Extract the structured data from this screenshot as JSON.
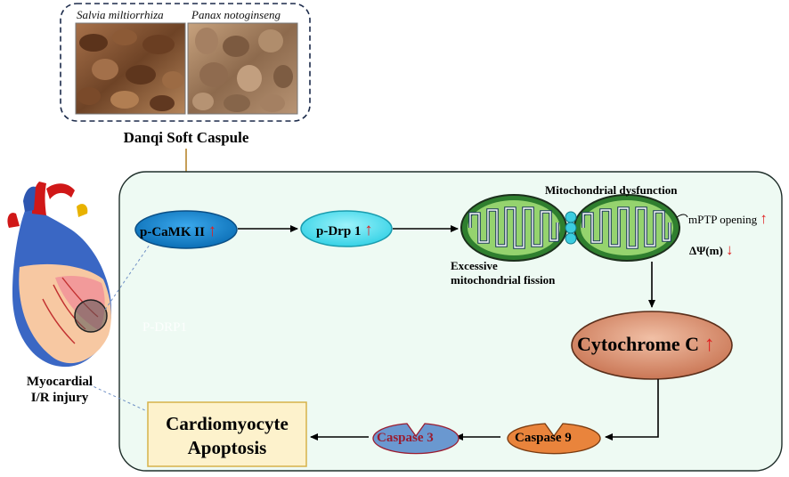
{
  "herbs": {
    "left_name": "Salvia miltiorrhiza",
    "right_name": "Panax notoginseng",
    "product": "Danqi Soft Caspule"
  },
  "heart": {
    "label_line1": "Myocardial",
    "label_line2": "I/R injury"
  },
  "watermark": "P-DRP1",
  "nodes": {
    "camk": "p-CaMK II",
    "drp1": "p-Drp 1",
    "mito_title": "Mitochondrial dysfunction",
    "fission_line1": "Excessive",
    "fission_line2": "mitochondrial fission",
    "mptp": "mPTP opening",
    "dpsi": "ΔΨ(m)",
    "cytc": "Cytochrome C",
    "casp9": "Caspase 9",
    "casp3": "Caspase 3",
    "apop_line1": "Cardiomyocyte",
    "apop_line2": "Apoptosis"
  },
  "arrows": {
    "up": "↑",
    "down": "↓"
  },
  "colors": {
    "panel_fill": "#eefaf3",
    "camk_fill": "#1a8fd6",
    "drp1_fill": "#5ee3f2",
    "cytc_fill": "#d99477",
    "casp9_fill": "#e9843c",
    "casp3_fill": "#6a98d0",
    "apop_fill": "#fdf2cc",
    "inhibit_line": "#b8862e",
    "red_arrow": "#e02020"
  }
}
